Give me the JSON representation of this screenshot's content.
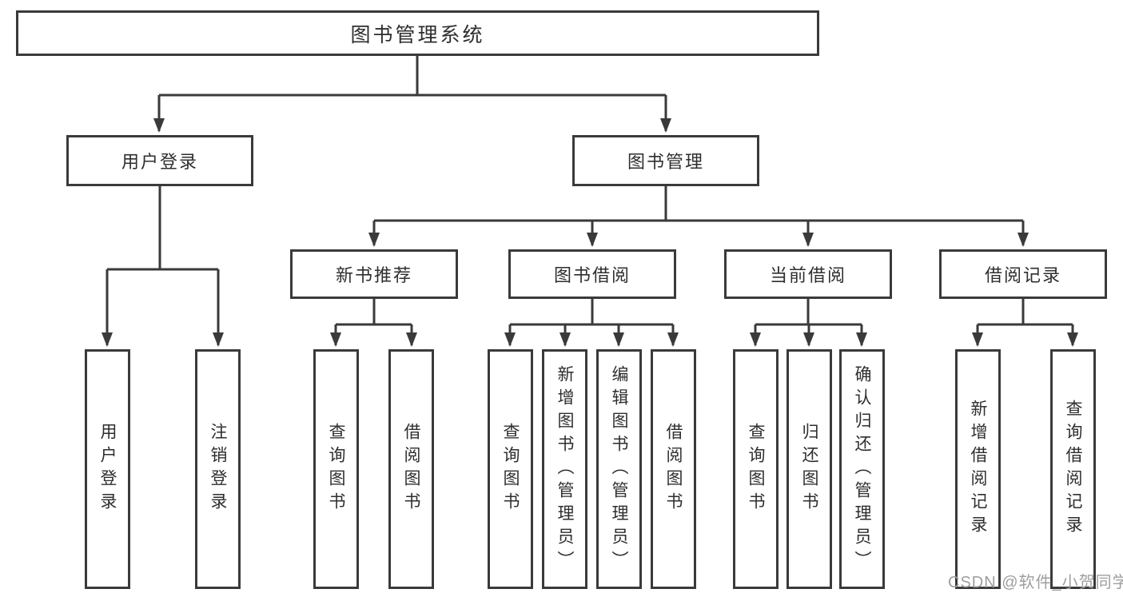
{
  "tree": {
    "root": {
      "label": "图书管理系统"
    },
    "children": [
      {
        "label": "用户登录",
        "children": [
          {
            "label": "用户登录"
          },
          {
            "label": "注销登录"
          }
        ]
      },
      {
        "label": "图书管理",
        "children": [
          {
            "label": "新书推荐",
            "children": [
              {
                "label": "查询图书"
              },
              {
                "label": "借阅图书"
              }
            ]
          },
          {
            "label": "图书借阅",
            "children": [
              {
                "label": "查询图书"
              },
              {
                "label": "新增图书（管理员）"
              },
              {
                "label": "编辑图书（管理员）"
              },
              {
                "label": "借阅图书"
              }
            ]
          },
          {
            "label": "当前借阅",
            "children": [
              {
                "label": "查询图书"
              },
              {
                "label": "归还图书"
              },
              {
                "label": "确认归还（管理员）"
              }
            ]
          },
          {
            "label": "借阅记录",
            "children": [
              {
                "label": "新增借阅记录"
              },
              {
                "label": "查询借阅记录"
              }
            ]
          }
        ]
      }
    ]
  },
  "watermark": {
    "text": "CSDN @软件_小贺同学"
  },
  "colors": {
    "line": "#3a3a3a",
    "box_border": "#3a3a3a",
    "box_fill": "#ffffff",
    "text": "#2e2e2e",
    "watermark": "#9e9e9e",
    "background": "#ffffff"
  }
}
